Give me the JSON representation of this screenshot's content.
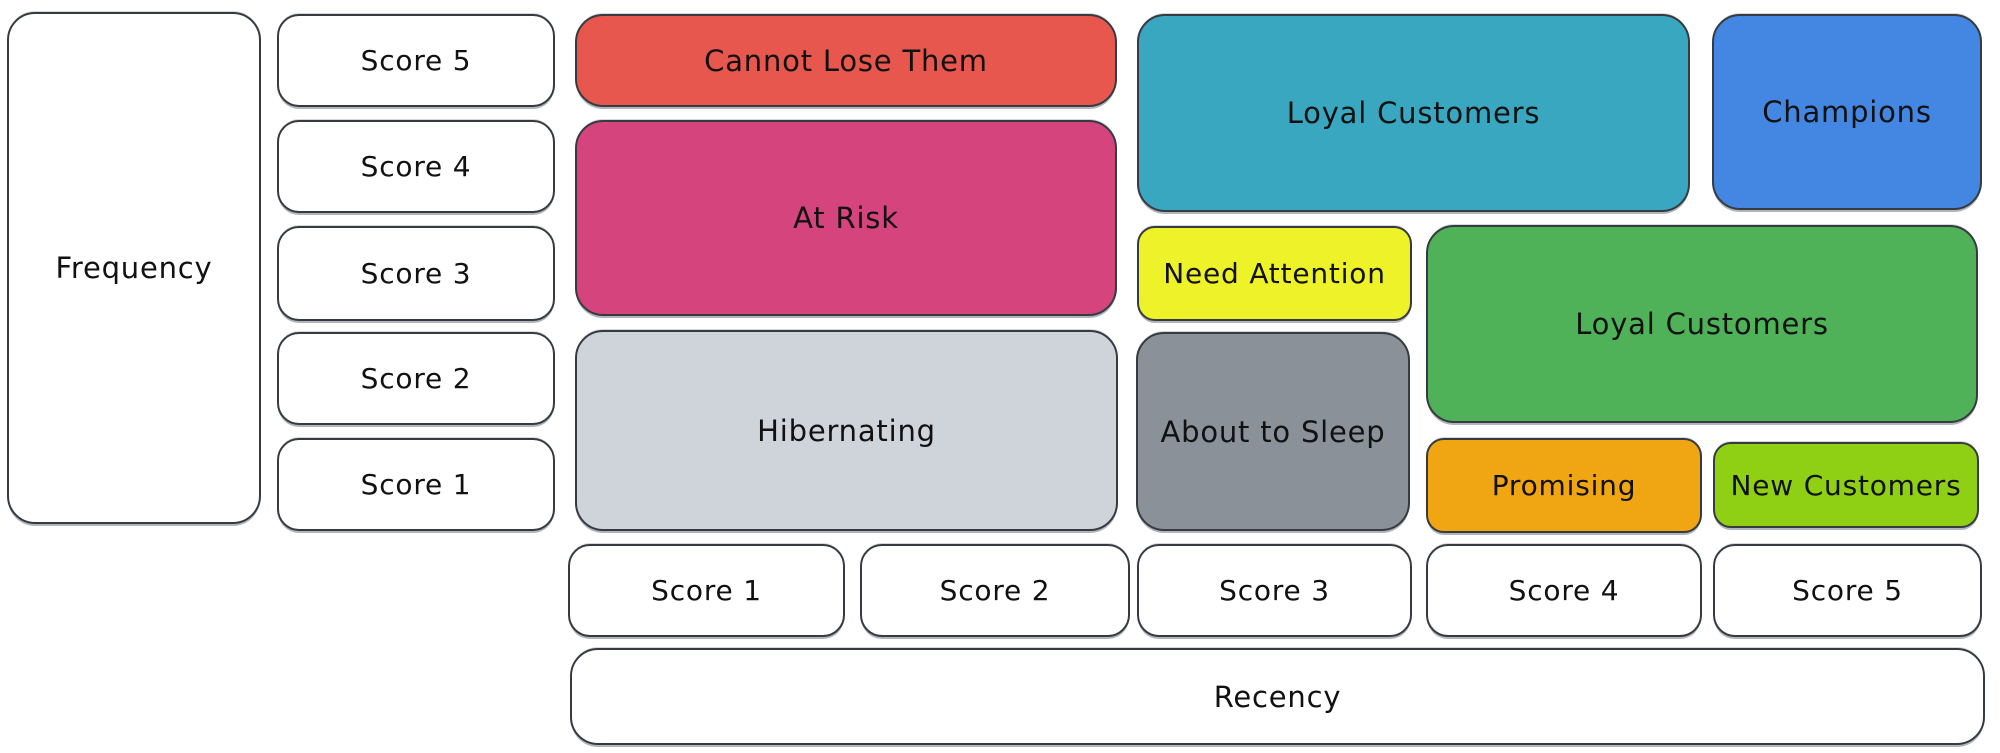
{
  "diagram_type": "rfm-segmentation-matrix",
  "axes": {
    "frequency": {
      "label": "Frequency",
      "scores": [
        "Score 5",
        "Score 4",
        "Score 3",
        "Score 2",
        "Score 1"
      ]
    },
    "recency": {
      "label": "Recency",
      "scores": [
        "Score 1",
        "Score 2",
        "Score 3",
        "Score 4",
        "Score 5"
      ]
    }
  },
  "segments": [
    {
      "name": "Cannot Lose Them",
      "color": "#e8574d",
      "recency_span": "1-2",
      "frequency_span": "5"
    },
    {
      "name": "At Risk",
      "color": "#d5447c",
      "recency_span": "1-2",
      "frequency_span": "3-4"
    },
    {
      "name": "Hibernating",
      "color": "#cfd4da",
      "recency_span": "1-2",
      "frequency_span": "1-2"
    },
    {
      "name": "Loyal Customers",
      "color": "#3aa7c0",
      "recency_span": "3-4",
      "frequency_span": "4-5"
    },
    {
      "name": "Champions",
      "color": "#4387e2",
      "recency_span": "5",
      "frequency_span": "4-5"
    },
    {
      "name": "Need Attention",
      "color": "#eef229",
      "recency_span": "3",
      "frequency_span": "3"
    },
    {
      "name": "Loyal Customers",
      "color": "#4fb158",
      "recency_span": "4-5",
      "frequency_span": "2-3"
    },
    {
      "name": "About to Sleep",
      "color": "#8a9199",
      "recency_span": "3",
      "frequency_span": "1-2"
    },
    {
      "name": "Promising",
      "color": "#f0a513",
      "recency_span": "4",
      "frequency_span": "1"
    },
    {
      "name": "New Customers",
      "color": "#8fd014",
      "recency_span": "5",
      "frequency_span": "1"
    }
  ],
  "style": {
    "stroke_color": "#363b41",
    "background_color": "#ffffff",
    "text_color": "#111111"
  }
}
